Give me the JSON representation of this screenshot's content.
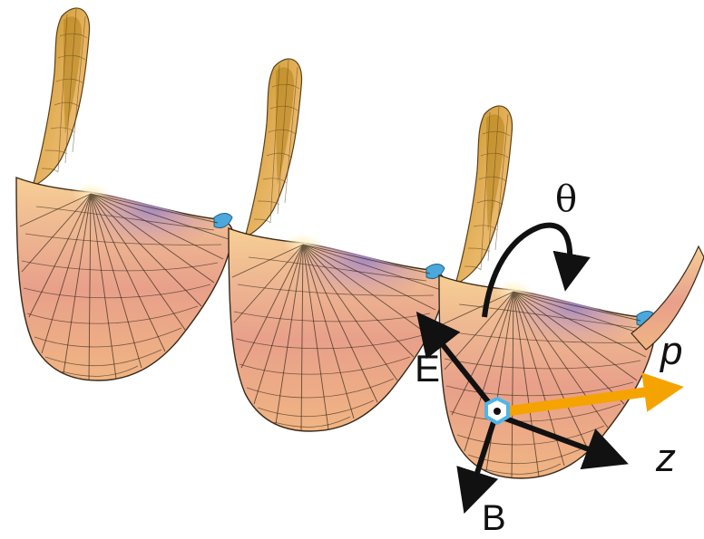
{
  "labels": {
    "theta": "θ",
    "momentum": "p",
    "electric_field": "E",
    "propagation_axis": "z",
    "magnetic_field": "B"
  },
  "colors": {
    "surface_warm": "#f0b888",
    "surface_pink": "#e8a48e",
    "surface_purple": "#a98bb9",
    "surface_tip": "#c9961e",
    "surface_blue": "#4aa8dc",
    "mesh_line": "#3a2a1a",
    "momentum_arrow": "#f5a300",
    "vector_arrow": "#111111",
    "particle_ring": "#4fb5e8"
  },
  "icons": {
    "particle": "hexagon-ring-icon"
  }
}
